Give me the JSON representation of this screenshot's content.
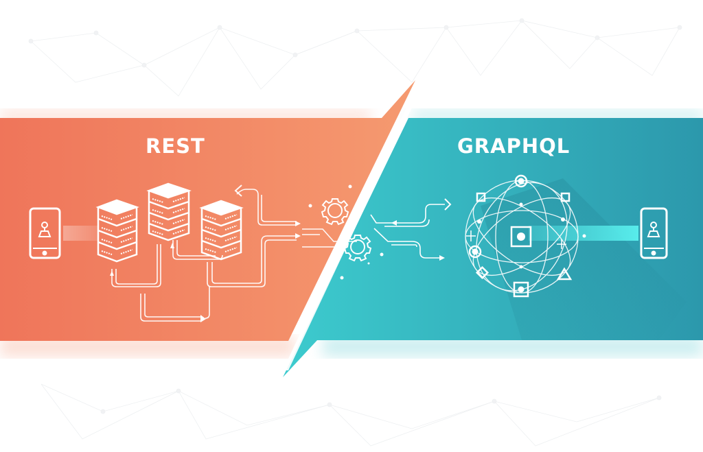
{
  "diagram": {
    "left_panel": {
      "title": "REST",
      "color_start": "#EF755A",
      "color_end": "#F59A70",
      "elements": [
        "client-phone",
        "server-stack-1",
        "server-stack-2",
        "server-stack-3",
        "routing-arrows",
        "gear"
      ]
    },
    "right_panel": {
      "title": "GRAPHQL",
      "color_start": "#3DCBCE",
      "color_end": "#2C98AC",
      "elements": [
        "gear",
        "request-arrows",
        "graph-sphere",
        "center-node",
        "client-phone"
      ]
    },
    "background": "#ffffff",
    "stroke_color": "#ffffff"
  }
}
